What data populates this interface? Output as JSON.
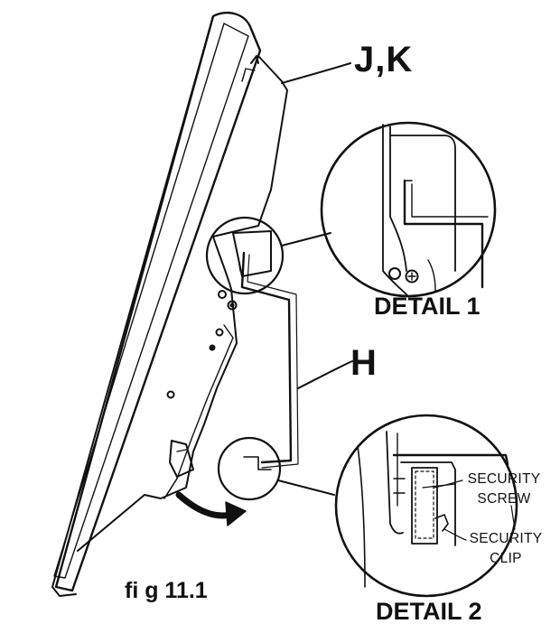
{
  "labels": {
    "part_jk": "J,K",
    "part_h": "H",
    "detail_1": "DETAIL 1",
    "detail_2": "DETAIL 2",
    "figure": "fi g 11.1",
    "security_screw": "SECURITY\nSCREW",
    "security_clip": "SECURITY\nCLIP"
  },
  "colors": {
    "ink": "#111111",
    "paper": "#ffffff"
  }
}
